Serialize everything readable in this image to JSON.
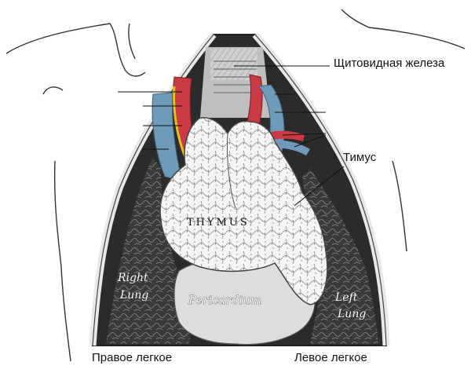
{
  "labels": {
    "thyroid": "Щитовидная железа",
    "thymus": "Тимус",
    "right_lung": "Правое легкое",
    "left_lung": "Левое легкое"
  },
  "plate": {
    "thymus": "THYMUS",
    "pericardium": "Pericardium",
    "right_lung_1": "Right",
    "right_lung_2": "Lung",
    "left_lung_1": "Left",
    "left_lung_2": "Lung"
  },
  "colors": {
    "artery": "#c93a45",
    "vein": "#6f9bb8",
    "nerve": "#e2c21a",
    "lung": "#3b3b3b",
    "thymus": "#f1f1f1",
    "pericardium": "#dcdcdc"
  }
}
